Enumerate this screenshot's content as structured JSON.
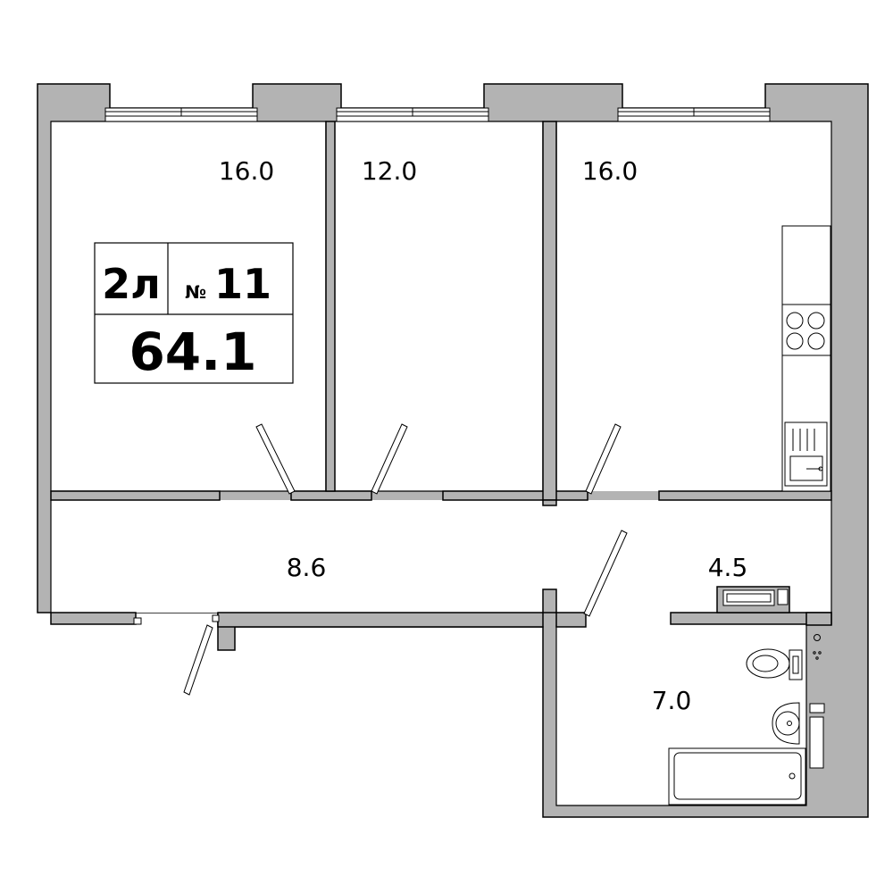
{
  "apartment": {
    "rooms_code": "2л",
    "number_sign": "№",
    "number": "11",
    "total_area": "64.1"
  },
  "rooms": [
    {
      "id": "bedroom-1",
      "area": "16.0"
    },
    {
      "id": "bedroom-2",
      "area": "12.0"
    },
    {
      "id": "kitchen-living",
      "area": "16.0"
    },
    {
      "id": "hallway",
      "area": "8.6"
    },
    {
      "id": "toilet",
      "area": "4.5"
    },
    {
      "id": "bathroom",
      "area": "7.0"
    }
  ],
  "colors": {
    "wall": "#b3b3b3",
    "outline": "#000000",
    "floor": "#ffffff"
  }
}
